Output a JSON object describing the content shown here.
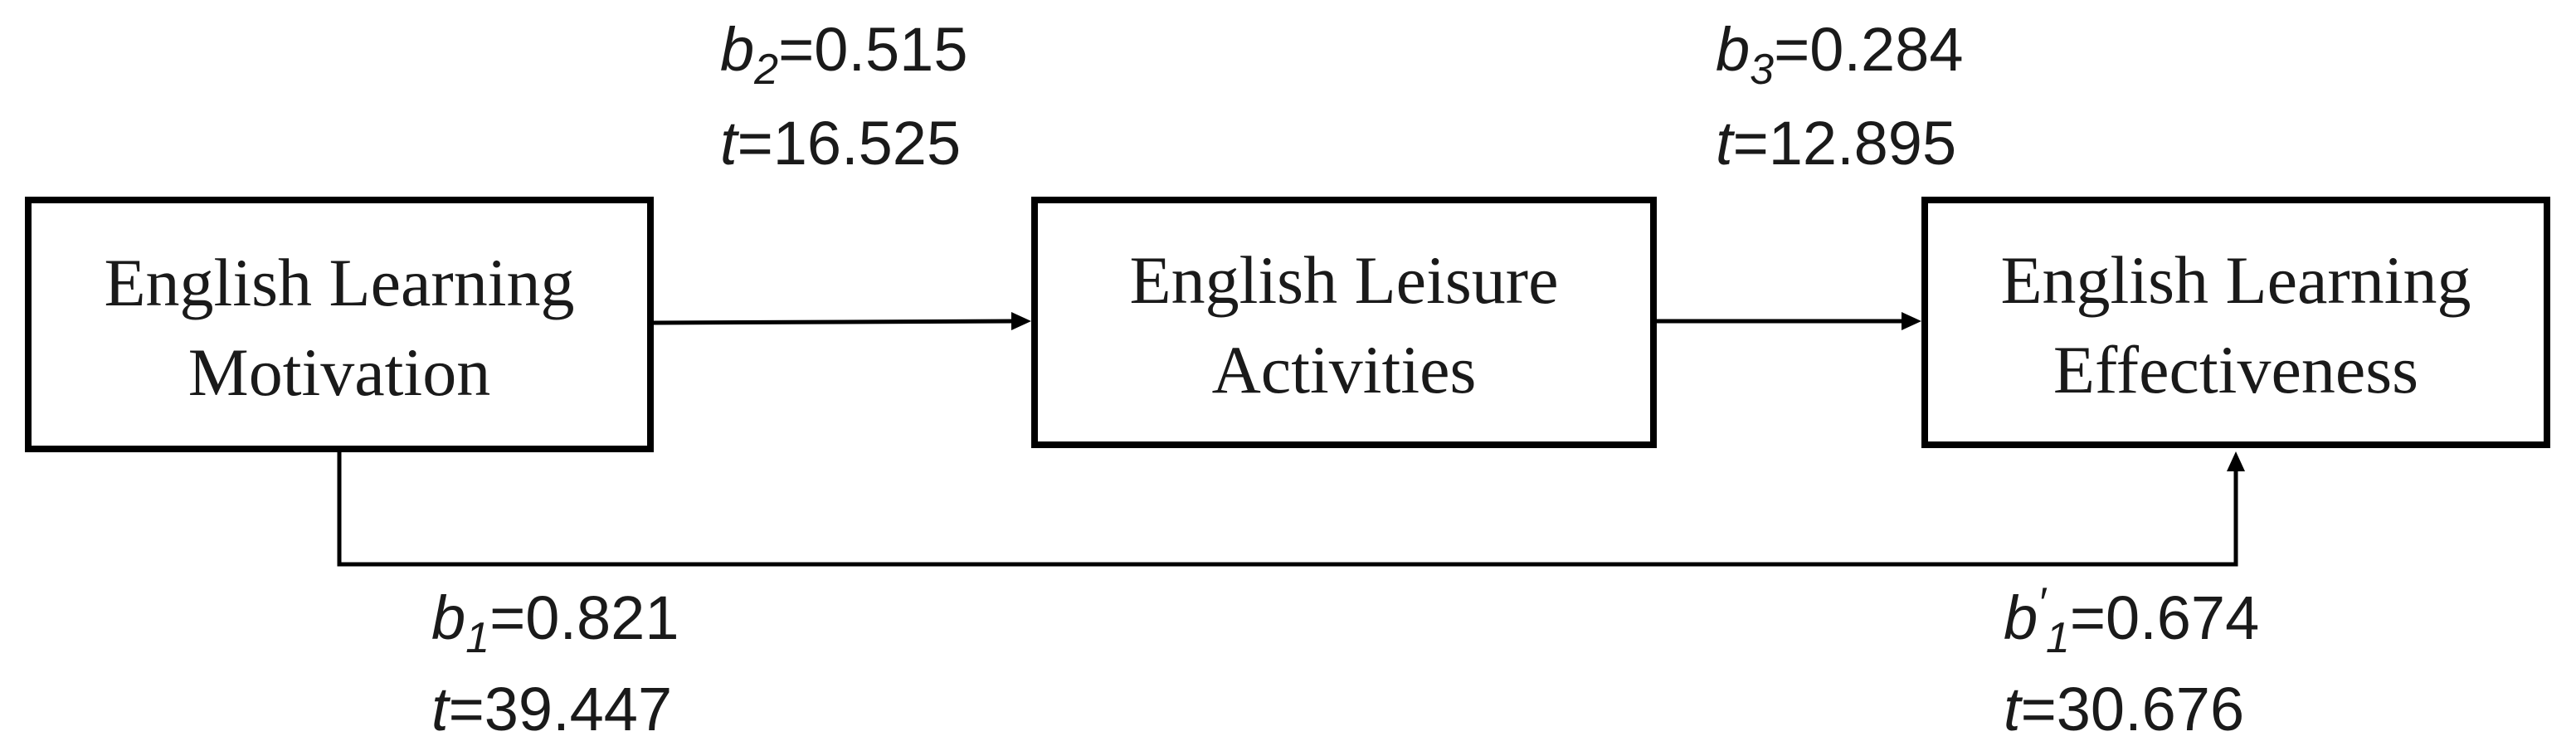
{
  "nodes": {
    "motivation": {
      "line1": "English Learning",
      "line2": "Motivation"
    },
    "leisure": {
      "line1": "English Leisure",
      "line2": "Activities"
    },
    "effectiveness": {
      "line1": "English Learning",
      "line2": "Effectiveness"
    }
  },
  "paths": {
    "b2": {
      "coef_symbol": "b",
      "coef_sub": "2",
      "coef_value": "=0.515",
      "t_symbol": "t",
      "t_value": "=16.525"
    },
    "b3": {
      "coef_symbol": "b",
      "coef_sub": "3",
      "coef_value": "=0.284",
      "t_symbol": "t",
      "t_value": "=12.895"
    },
    "b1": {
      "coef_symbol": "b",
      "coef_sub": "1",
      "coef_value": "=0.821",
      "t_symbol": "t",
      "t_value": "=39.447"
    },
    "b1_prime": {
      "coef_symbol": "b",
      "coef_prime": "′",
      "coef_sub": "1",
      "coef_value": "=0.674",
      "t_symbol": "t",
      "t_value": "=30.676"
    }
  }
}
